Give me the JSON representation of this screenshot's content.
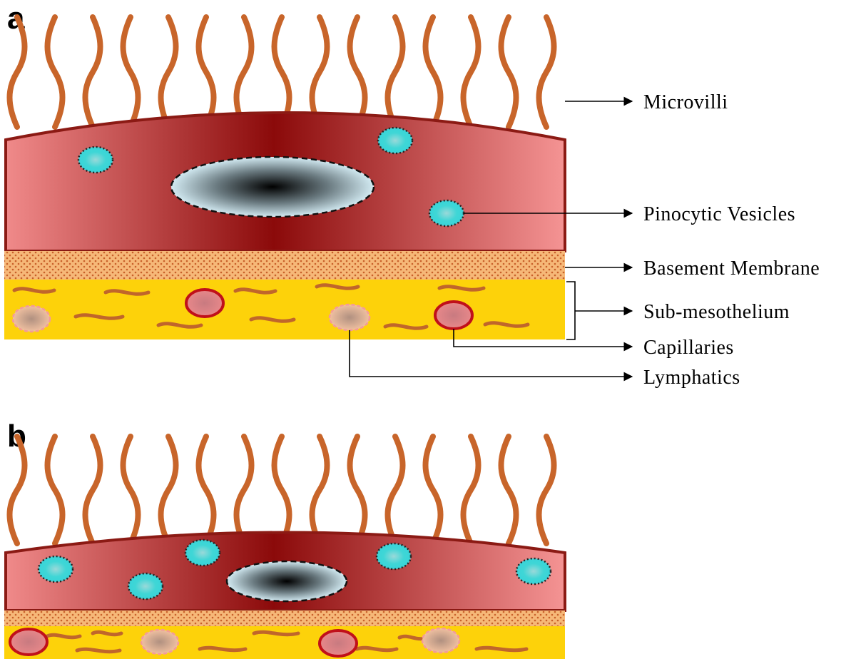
{
  "panels": [
    {
      "letter": "a"
    },
    {
      "letter": "b"
    }
  ],
  "labels": {
    "microvilli": "Microvilli",
    "pinocytic_vesicles": "Pinocytic Vesicles",
    "basement_membrane": "Basement Membrane",
    "sub_mesothelium": "Sub-mesothelium",
    "capillaries": "Capillaries",
    "lymphatics": "Lymphatics"
  },
  "colors": {
    "microvilli": "#c8652a",
    "cell_dark": "#8b0a0a",
    "cell_light": "#f28b8b",
    "vesicle": "#3fd6d6",
    "nucleus_dark": "#000000",
    "nucleus_light": "#c9e3ec",
    "basement_membrane": "#f3b06a",
    "sub_mesothelium": "#fdd20a",
    "capillary_border": "#c0101a",
    "lymphatic_border": "#f49a9a"
  }
}
